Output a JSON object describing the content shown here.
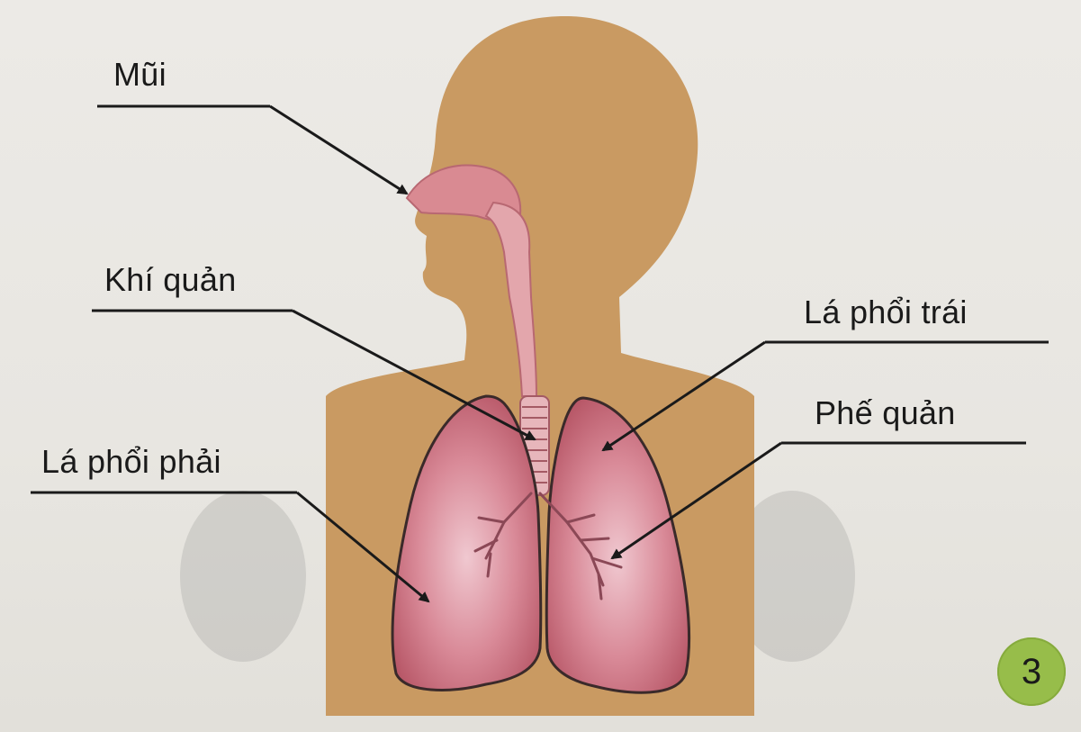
{
  "figure": {
    "number": "3",
    "colors": {
      "body": "#c99a62",
      "lung": "#c76a78",
      "airway": "#d98a92",
      "background": "#eceae6",
      "badge": "#97bd4a"
    }
  },
  "labels": {
    "nose": "Mũi",
    "trachea": "Khí quản",
    "left_lung": "Lá phổi trái",
    "bronchus": "Phế quản",
    "right_lung": "Lá phổi phải"
  }
}
